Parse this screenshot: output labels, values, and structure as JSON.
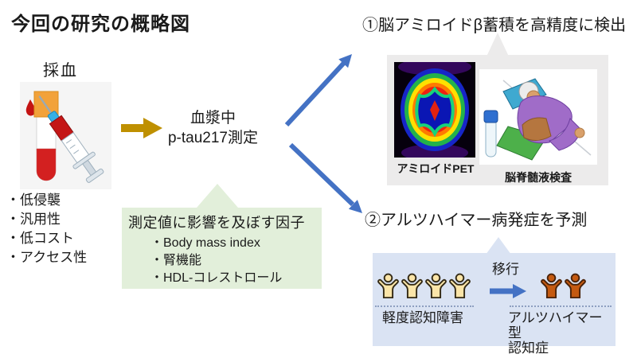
{
  "title": "今回の研究の概略図",
  "blood": {
    "label": "採血",
    "merits": [
      "・低侵襲",
      "・汎用性",
      "・低コスト",
      "・アクセス性"
    ]
  },
  "plasma": {
    "line1": "血漿中",
    "line2": "p-tau217測定"
  },
  "factors": {
    "title": "測定値に影響を及ぼす因子",
    "items": [
      "・Body mass index",
      "・腎機能",
      "・HDL-コレストロール"
    ]
  },
  "detect": {
    "heading": "①脳アミロイドβ蓄積を高精度に検出",
    "pet_label": "アミロイドPET",
    "csf_label": "脳脊髄液検査"
  },
  "predict": {
    "heading": "②アルツハイマー病発症を予測",
    "transition_label": "移行",
    "mci_label": "軽度認知障害",
    "ad_label_line1": "アルツハイマー型",
    "ad_label_line2": "認知症",
    "mci_count": 4,
    "ad_count": 2
  },
  "colors": {
    "accent_blue": "#4472C4",
    "gold_arrow": "#BF9000",
    "factors_bg": "#E2EFDA",
    "prediction_bg": "#DAE3F3",
    "evidence_bg": "#ECEBEB",
    "person_mci": "#FBE5A8",
    "person_ad": "#C55A11",
    "text": "#1A1A1A"
  }
}
